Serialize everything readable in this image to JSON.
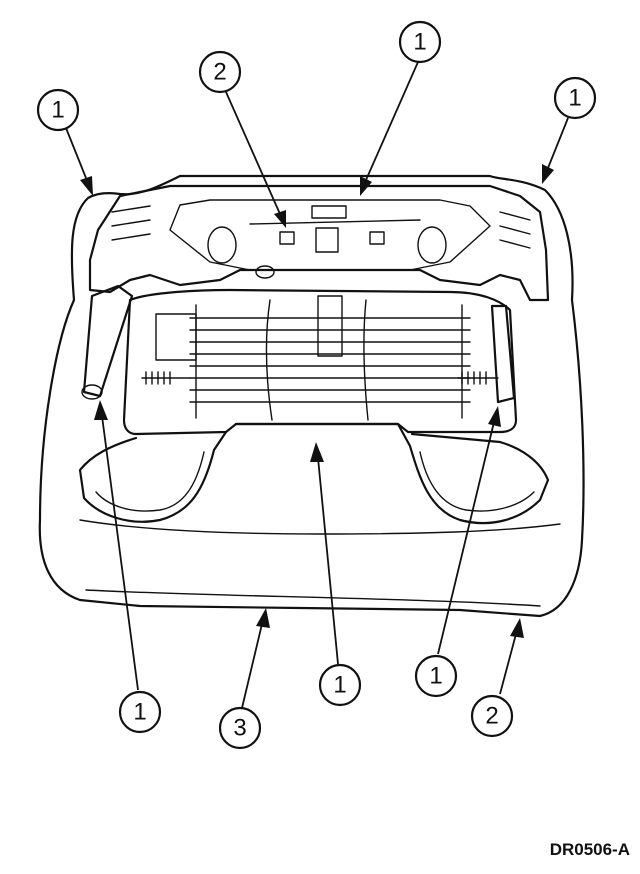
{
  "callouts": [
    {
      "id": "callout-top-center",
      "label": "1"
    },
    {
      "id": "callout-top-left",
      "label": "1"
    },
    {
      "id": "callout-top-right",
      "label": "1"
    },
    {
      "id": "callout-top-second",
      "label": "2"
    },
    {
      "id": "callout-bottom-left",
      "label": "1"
    },
    {
      "id": "callout-bottom-center",
      "label": "1"
    },
    {
      "id": "callout-bottom-right-one",
      "label": "1"
    },
    {
      "id": "callout-bottom-three",
      "label": "3"
    },
    {
      "id": "callout-bottom-right-two",
      "label": "2"
    }
  ],
  "figure_id": "DR0506-A"
}
